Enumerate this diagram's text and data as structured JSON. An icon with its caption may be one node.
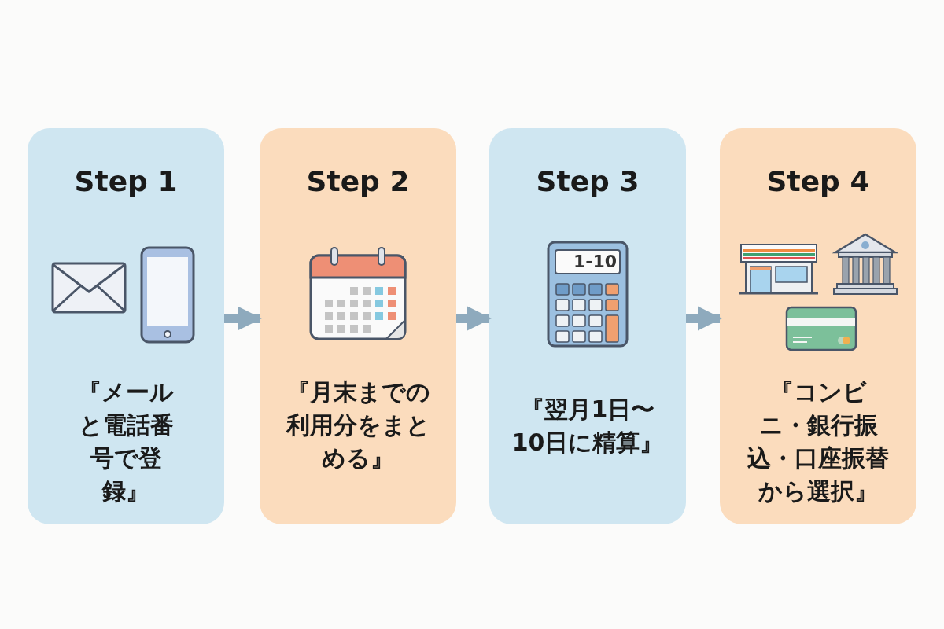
{
  "diagram": {
    "nodes": [
      {
        "text": [
          "Step 1",
          "『メールと電話番号で登録』"
        ]
      },
      {
        "text": [
          "Step 2",
          "『月末までの利用分をまとめる』"
        ]
      },
      {
        "text": [
          "Step 3",
          "『翌月1日〜10日に精算』"
        ]
      },
      {
        "text": [
          "Step 4",
          "『コンビニ・銀行振込・口座振替から選択』"
        ]
      }
    ],
    "edges": [
      {
        "from": 0,
        "to": 1,
        "arrow": "to"
      },
      {
        "from": 1,
        "to": 2,
        "arrow": "to"
      },
      {
        "from": 2,
        "to": 3,
        "arrow": "to"
      }
    ],
    "labels": [
      "1-10"
    ]
  }
}
